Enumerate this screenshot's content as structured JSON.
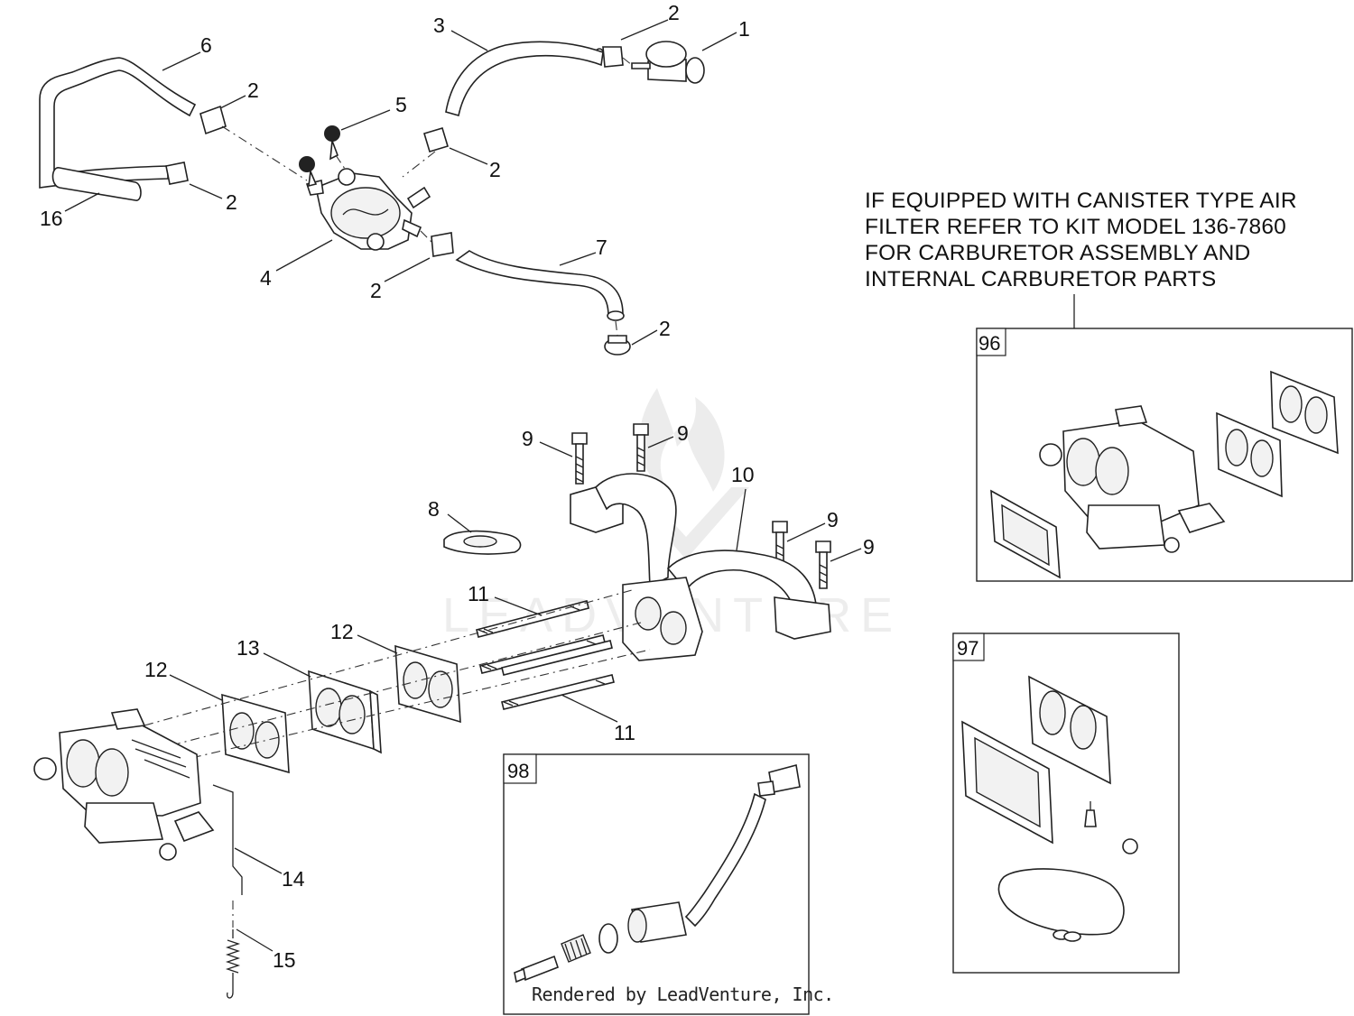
{
  "callouts": {
    "c1": "1",
    "c2a": "2",
    "c3": "3",
    "c6": "6",
    "c2b": "2",
    "c5": "5",
    "c2c": "2",
    "c2d": "2",
    "c16": "16",
    "c4": "4",
    "c2e": "2",
    "c7": "7",
    "c2f": "2",
    "c9a": "9",
    "c9b": "9",
    "c10": "10",
    "c8": "8",
    "c9c": "9",
    "c9d": "9",
    "c11a": "11",
    "c12a": "12",
    "c13": "13",
    "c12b": "12",
    "c11b": "11",
    "c14": "14",
    "c15": "15"
  },
  "note": {
    "line1": "IF EQUIPPED WITH CANISTER TYPE AIR",
    "line2": "FILTER REFER TO KIT MODEL 136-7860",
    "line3": "FOR CARBURETOR ASSEMBLY AND",
    "line4": "INTERNAL CARBURETOR PARTS"
  },
  "kits": {
    "k96": "96",
    "k97": "97",
    "k98": "98"
  },
  "watermark": "LEADVENTURE",
  "credit": "Rendered by LeadVenture, Inc."
}
